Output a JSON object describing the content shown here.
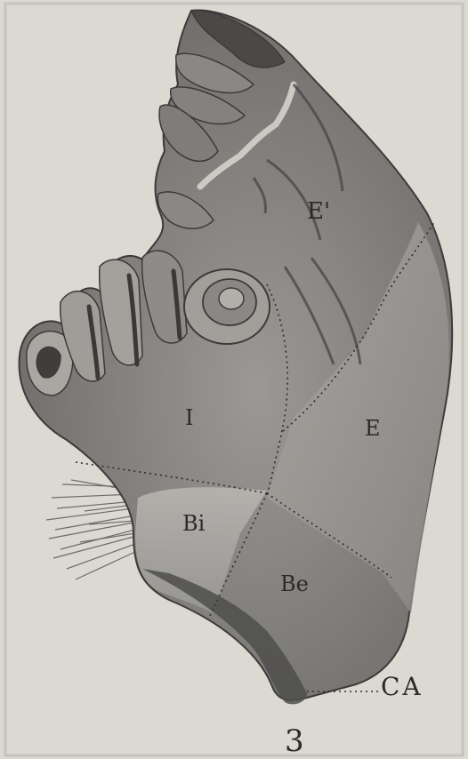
{
  "figure": {
    "number": "3",
    "colors": {
      "paper": "#d9d6d0",
      "tissue_light": "#a7a5a0",
      "tissue_mid": "#8f8d89",
      "tissue_dark": "#5b5a58",
      "outline": "#3c3b39"
    },
    "labels": {
      "e_prime": "E'",
      "i": "I",
      "e": "E",
      "bi": "Bi",
      "be": "Be",
      "ca": "CA"
    }
  }
}
